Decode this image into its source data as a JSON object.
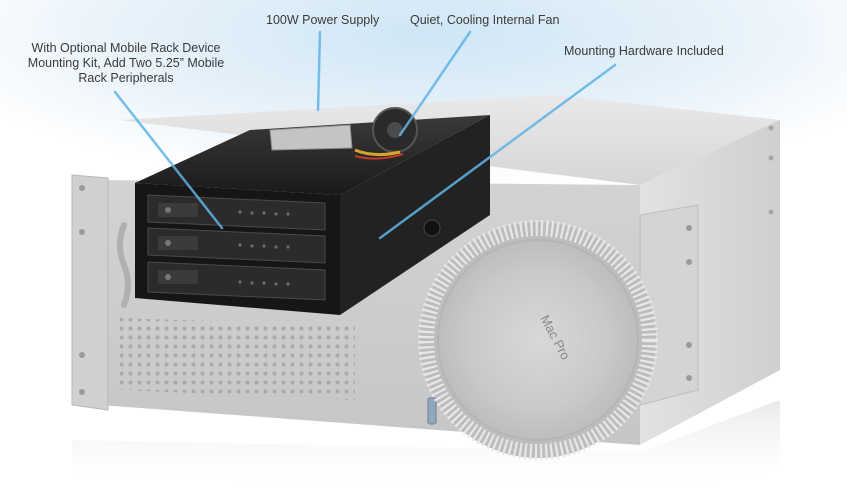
{
  "callouts": {
    "power_supply": "100W Power Supply",
    "fan": "Quiet, Cooling Internal Fan",
    "mounting_kit_line1": "With Optional Mobile Rack Device",
    "mounting_kit_line2": "Mounting Kit, Add Two 5.25” Mobile",
    "mounting_kit_line3": "Rack Peripherals",
    "hardware": "Mounting Hardware Included"
  },
  "product_label": "Mac Pro",
  "colors": {
    "leader_line": "#5fb4e6",
    "chassis": "#dcdcdc",
    "chassis_front": "#cfcfcf",
    "drive_enclosure": "#1c1c1c",
    "glow": "#cfe6f6"
  }
}
